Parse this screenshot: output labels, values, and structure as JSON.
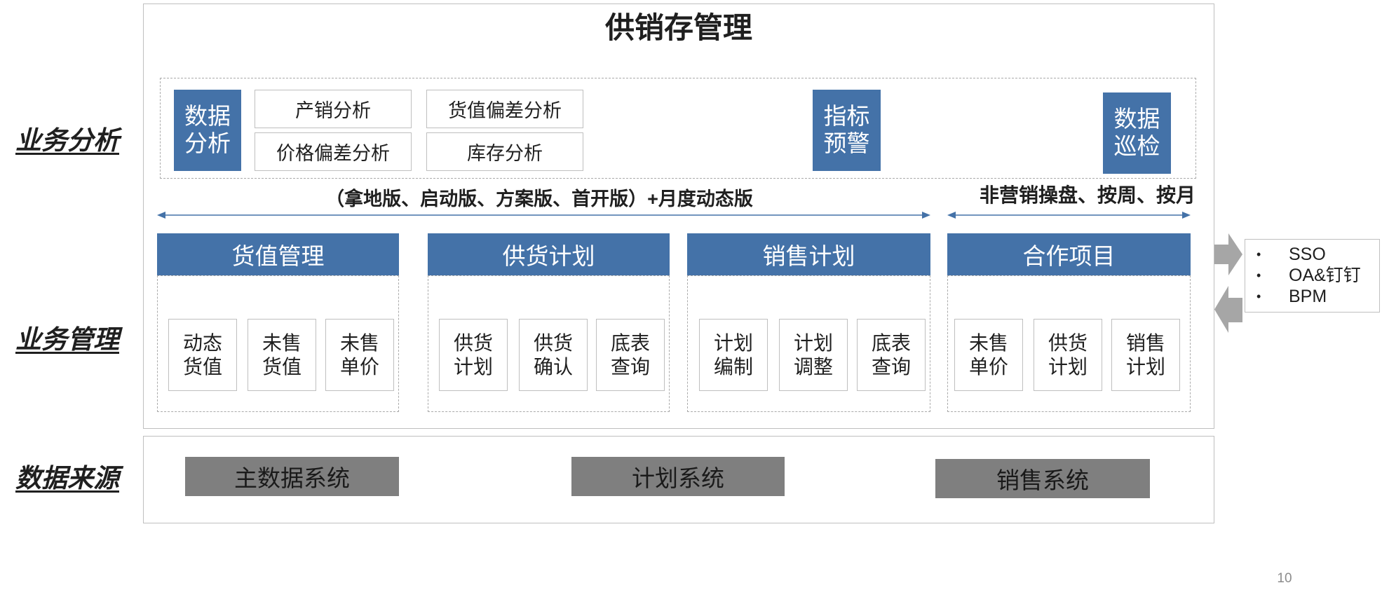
{
  "title": "供销存管理",
  "page_number": "10",
  "colors": {
    "accent": "#4472A8",
    "source_box": "#7F7F7F",
    "arrow": "#A6A6A6",
    "border": "#BFBFBF"
  },
  "side_labels": {
    "analysis": "业务分析",
    "management": "业务管理",
    "source": "数据来源"
  },
  "analysis": {
    "data_analysis": {
      "line1": "数据",
      "line2": "分析"
    },
    "items": [
      "产销分析",
      "价格偏差分析",
      "货值偏差分析",
      "库存分析"
    ],
    "indicator_alert": {
      "line1": "指标",
      "line2": "预警"
    },
    "data_inspection": {
      "line1": "数据",
      "line2": "巡检"
    }
  },
  "version_note": "（拿地版、启动版、方案版、首开版）+月度动态版",
  "coop_note": "非营销操盘、按周、按月",
  "modules": [
    {
      "title": "货值管理",
      "items": [
        {
          "line1": "动态",
          "line2": "货值"
        },
        {
          "line1": "未售",
          "line2": "货值"
        },
        {
          "line1": "未售",
          "line2": "单价"
        }
      ]
    },
    {
      "title": "供货计划",
      "items": [
        {
          "line1": "供货",
          "line2": "计划"
        },
        {
          "line1": "供货",
          "line2": "确认"
        },
        {
          "line1": "底表",
          "line2": "查询"
        }
      ]
    },
    {
      "title": "销售计划",
      "items": [
        {
          "line1": "计划",
          "line2": "编制"
        },
        {
          "line1": "计划",
          "line2": "调整"
        },
        {
          "line1": "底表",
          "line2": "查询"
        }
      ]
    },
    {
      "title": "合作项目",
      "items": [
        {
          "line1": "未售",
          "line2": "单价"
        },
        {
          "line1": "供货",
          "line2": "计划"
        },
        {
          "line1": "销售",
          "line2": "计划"
        }
      ]
    }
  ],
  "integration": {
    "bullet": "•",
    "items": [
      "SSO",
      "OA&钉钉",
      "BPM"
    ]
  },
  "sources": [
    "主数据系统",
    "计划系统",
    "销售系统"
  ]
}
